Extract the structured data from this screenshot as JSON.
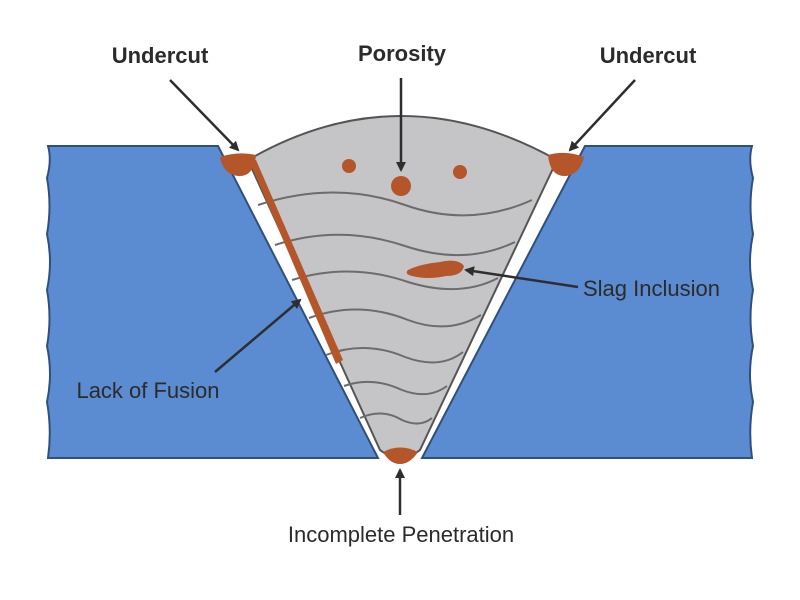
{
  "diagram": {
    "labels": {
      "undercut_left": "Undercut",
      "porosity": "Porosity",
      "undercut_right": "Undercut",
      "slag_inclusion": "Slag Inclusion",
      "lack_of_fusion": "Lack of Fusion",
      "incomplete_penetration": "Incomplete Penetration"
    },
    "colors": {
      "base_metal": "#5b8bd0",
      "base_metal_edge": "#2f4f7f",
      "weld_metal": "#c5c5c7",
      "weld_ripple": "#6c6c6c",
      "defect": "#b5552a",
      "arrow": "#2e2e2e",
      "text": "#2b2b2b"
    }
  }
}
